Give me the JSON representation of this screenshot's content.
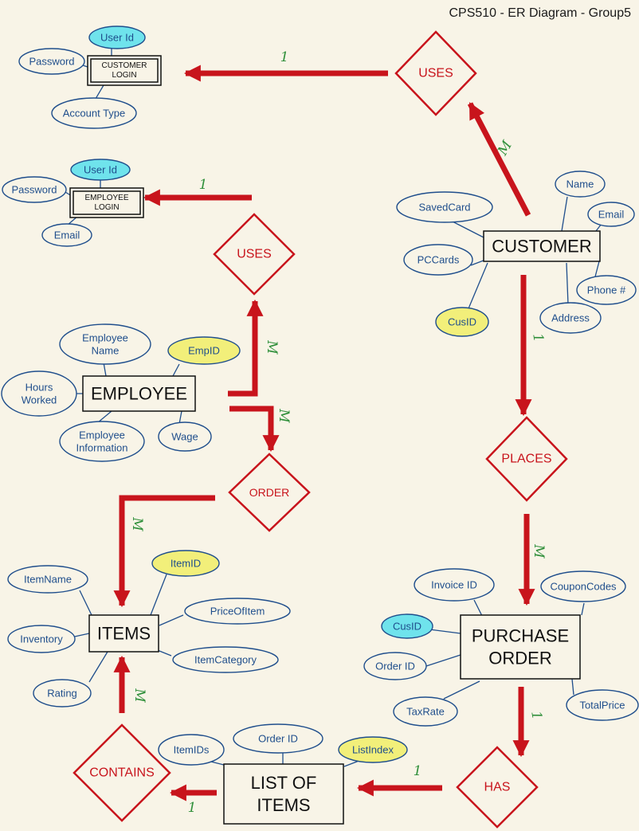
{
  "title": "CPS510 - ER Diagram - Group5",
  "entities": {
    "customer_login": [
      "CUSTOMER",
      "LOGIN"
    ],
    "employee_login": [
      "EMPLOYEE",
      "LOGIN"
    ],
    "customer": [
      "CUSTOMER"
    ],
    "employee": [
      "EMPLOYEE"
    ],
    "items": [
      "ITEMS"
    ],
    "purchase_order": [
      "PURCHASE",
      "ORDER"
    ],
    "list_of_items": [
      "LIST OF",
      "ITEMS"
    ]
  },
  "relationships": {
    "uses_customer": "USES",
    "uses_employee": "USES",
    "places": "PLACES",
    "order": "ORDER",
    "has": "HAS",
    "contains": "CONTAINS"
  },
  "attributes": {
    "cl_user_id": [
      "User Id"
    ],
    "cl_password": [
      "Password"
    ],
    "cl_account_type": [
      "Account Type"
    ],
    "el_user_id": [
      "User Id"
    ],
    "el_password": [
      "Password"
    ],
    "el_email": [
      "Email"
    ],
    "c_name": [
      "Name"
    ],
    "c_email": [
      "Email"
    ],
    "c_saved_card": [
      "SavedCard"
    ],
    "c_pccards": [
      "PCCards"
    ],
    "c_phone": [
      "Phone #"
    ],
    "c_address": [
      "Address"
    ],
    "c_cusid": [
      "CusID"
    ],
    "e_name": [
      "Employee",
      "Name"
    ],
    "e_empid": [
      "EmpID"
    ],
    "e_hours": [
      "Hours",
      "Worked"
    ],
    "e_info": [
      "Employee",
      "Information"
    ],
    "e_wage": [
      "Wage"
    ],
    "i_itemname": [
      "ItemName"
    ],
    "i_itemid": [
      "ItemID"
    ],
    "i_price": [
      "PriceOfItem"
    ],
    "i_inventory": [
      "Inventory"
    ],
    "i_category": [
      "ItemCategory"
    ],
    "i_rating": [
      "Rating"
    ],
    "po_invoice": [
      "Invoice ID"
    ],
    "po_coupon": [
      "CouponCodes"
    ],
    "po_cusid": [
      "CusID"
    ],
    "po_orderid": [
      "Order ID"
    ],
    "po_taxrate": [
      "TaxRate"
    ],
    "po_totalprice": [
      "TotalPrice"
    ],
    "l_itemids": [
      "ItemIDs"
    ],
    "l_orderid": [
      "Order ID"
    ],
    "l_listindex": [
      "ListIndex"
    ]
  },
  "cardinalities": {
    "c_uses_cl": "1",
    "c_uses_m": "M",
    "e_uses_el": "1",
    "e_uses_m": "M",
    "c_places_1": "1",
    "places_po_m": "M",
    "e_order_m": "M",
    "order_items_m": "M",
    "po_has_1": "1",
    "has_list_1": "1",
    "list_contains_1": "1",
    "contains_items_m": "M"
  },
  "colors": {
    "background": "#f8f4e7",
    "relationship": "#c8141c",
    "attribute": "#1f4e8c",
    "cardinality": "#2f8f3a",
    "primary_key_fill": "#6fe3ec",
    "secondary_key_fill": "#f2ef7a"
  }
}
